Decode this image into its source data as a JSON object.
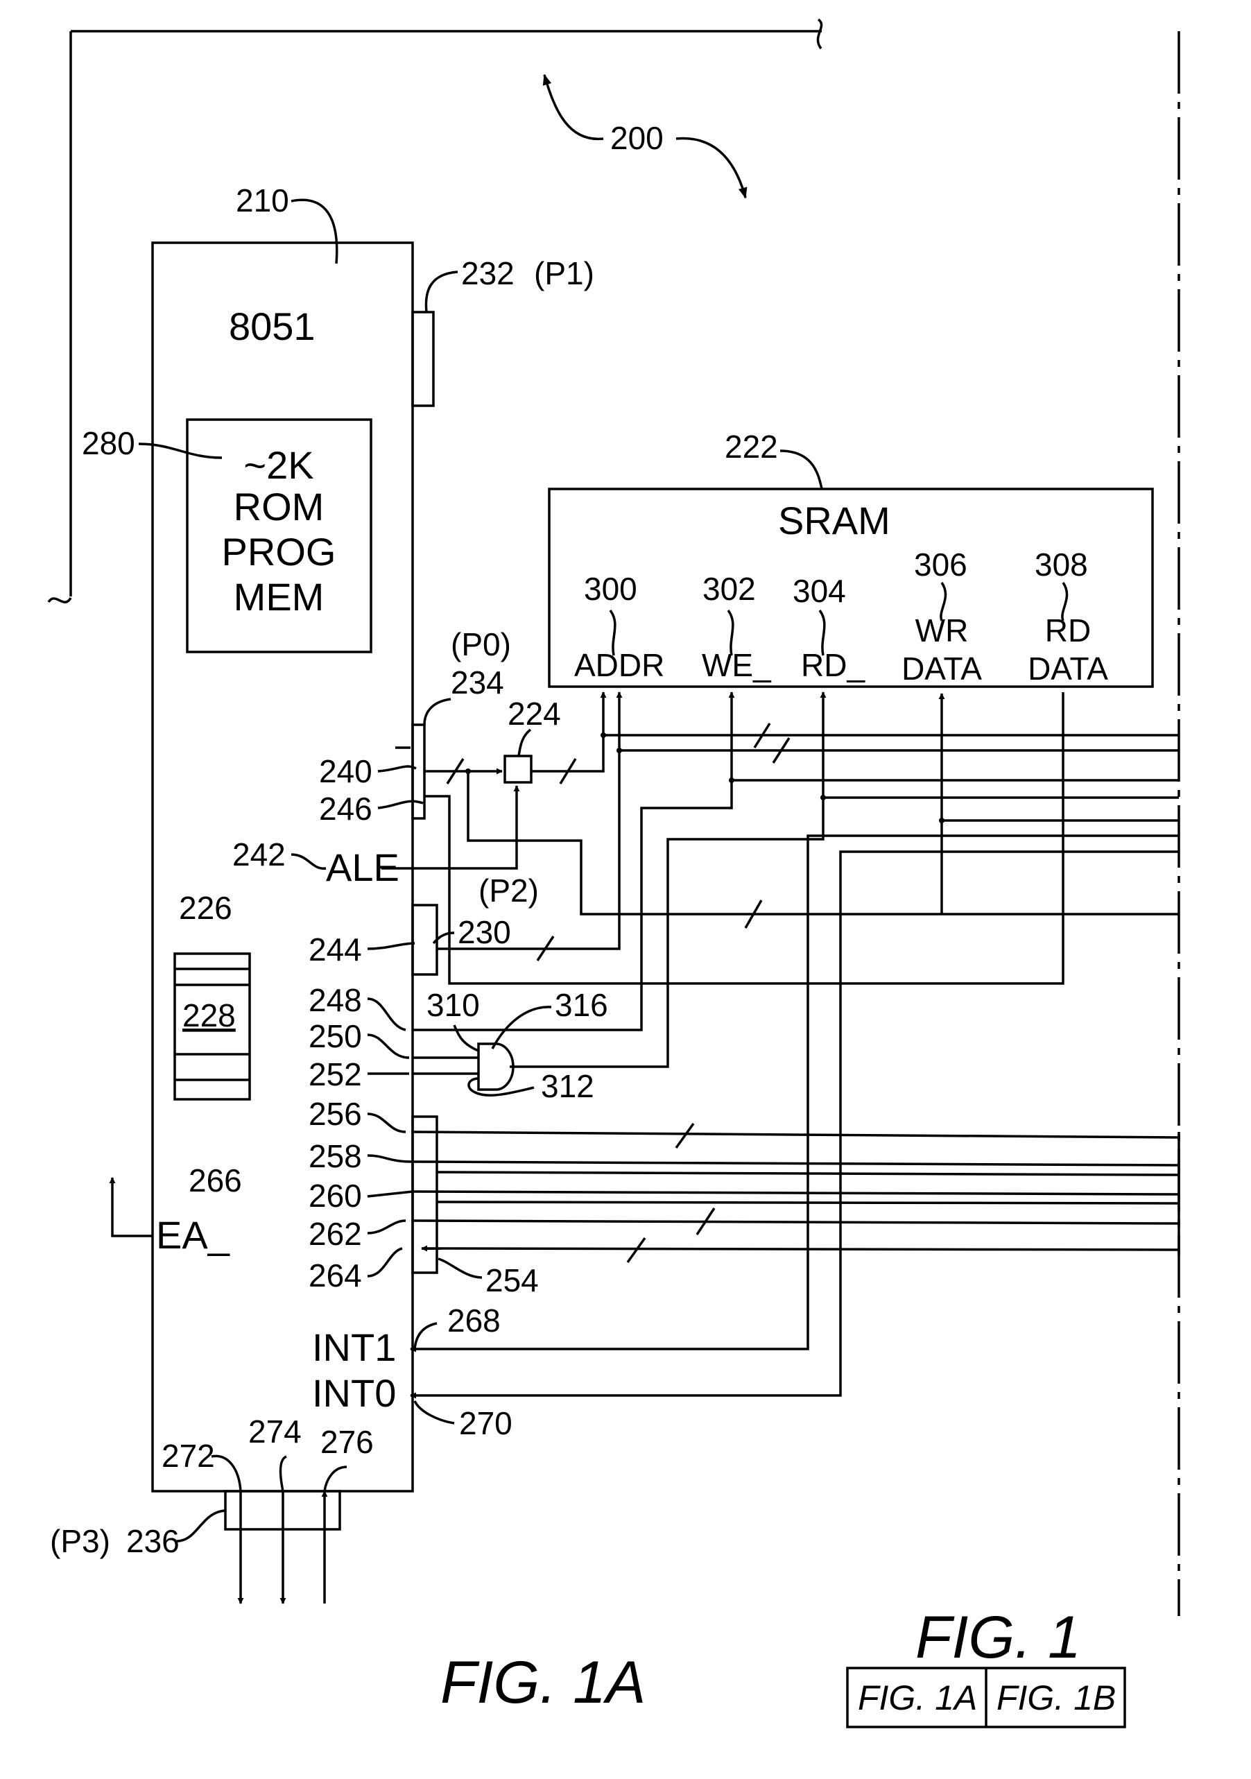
{
  "figure": {
    "title": "FIG. 1A",
    "overall_title": "FIG. 1",
    "key_left": "FIG. 1A",
    "key_right": "FIG. 1B"
  },
  "refs": {
    "system": "200",
    "micro": "210",
    "sram": "222",
    "latch": "224",
    "reg_stack": "226",
    "reg_inner": "228",
    "p2": "230",
    "p1": "232",
    "p0": "234",
    "p3": "236",
    "r240": "240",
    "r242": "242",
    "r244": "244",
    "r246": "246",
    "r248": "248",
    "r250": "250",
    "r252": "252",
    "port_block": "254",
    "r256": "256",
    "r258": "258",
    "r260": "260",
    "r262": "262",
    "r264": "264",
    "ea": "266",
    "int1": "268",
    "int0": "270",
    "r272": "272",
    "r274": "274",
    "r276": "276",
    "rom": "280",
    "addr": "300",
    "we": "302",
    "rd": "304",
    "wr_data": "306",
    "rd_data": "308",
    "gate": "310",
    "gate_out": "312",
    "gate_in": "316"
  },
  "text": {
    "chip": "8051",
    "rom": [
      "~2K",
      "ROM",
      "PROG",
      "MEM"
    ],
    "sram": "SRAM",
    "addr": "ADDR",
    "we": "WE_",
    "rd": "RD_",
    "wr_data": [
      "WR",
      "DATA"
    ],
    "rd_data": [
      "RD",
      "DATA"
    ],
    "ale": "ALE",
    "ea": "EA_",
    "int1": "INT1",
    "int0": "INT0",
    "p0": "(P0)",
    "p1": "(P1)",
    "p2": "(P2)",
    "p3": "(P3)"
  }
}
